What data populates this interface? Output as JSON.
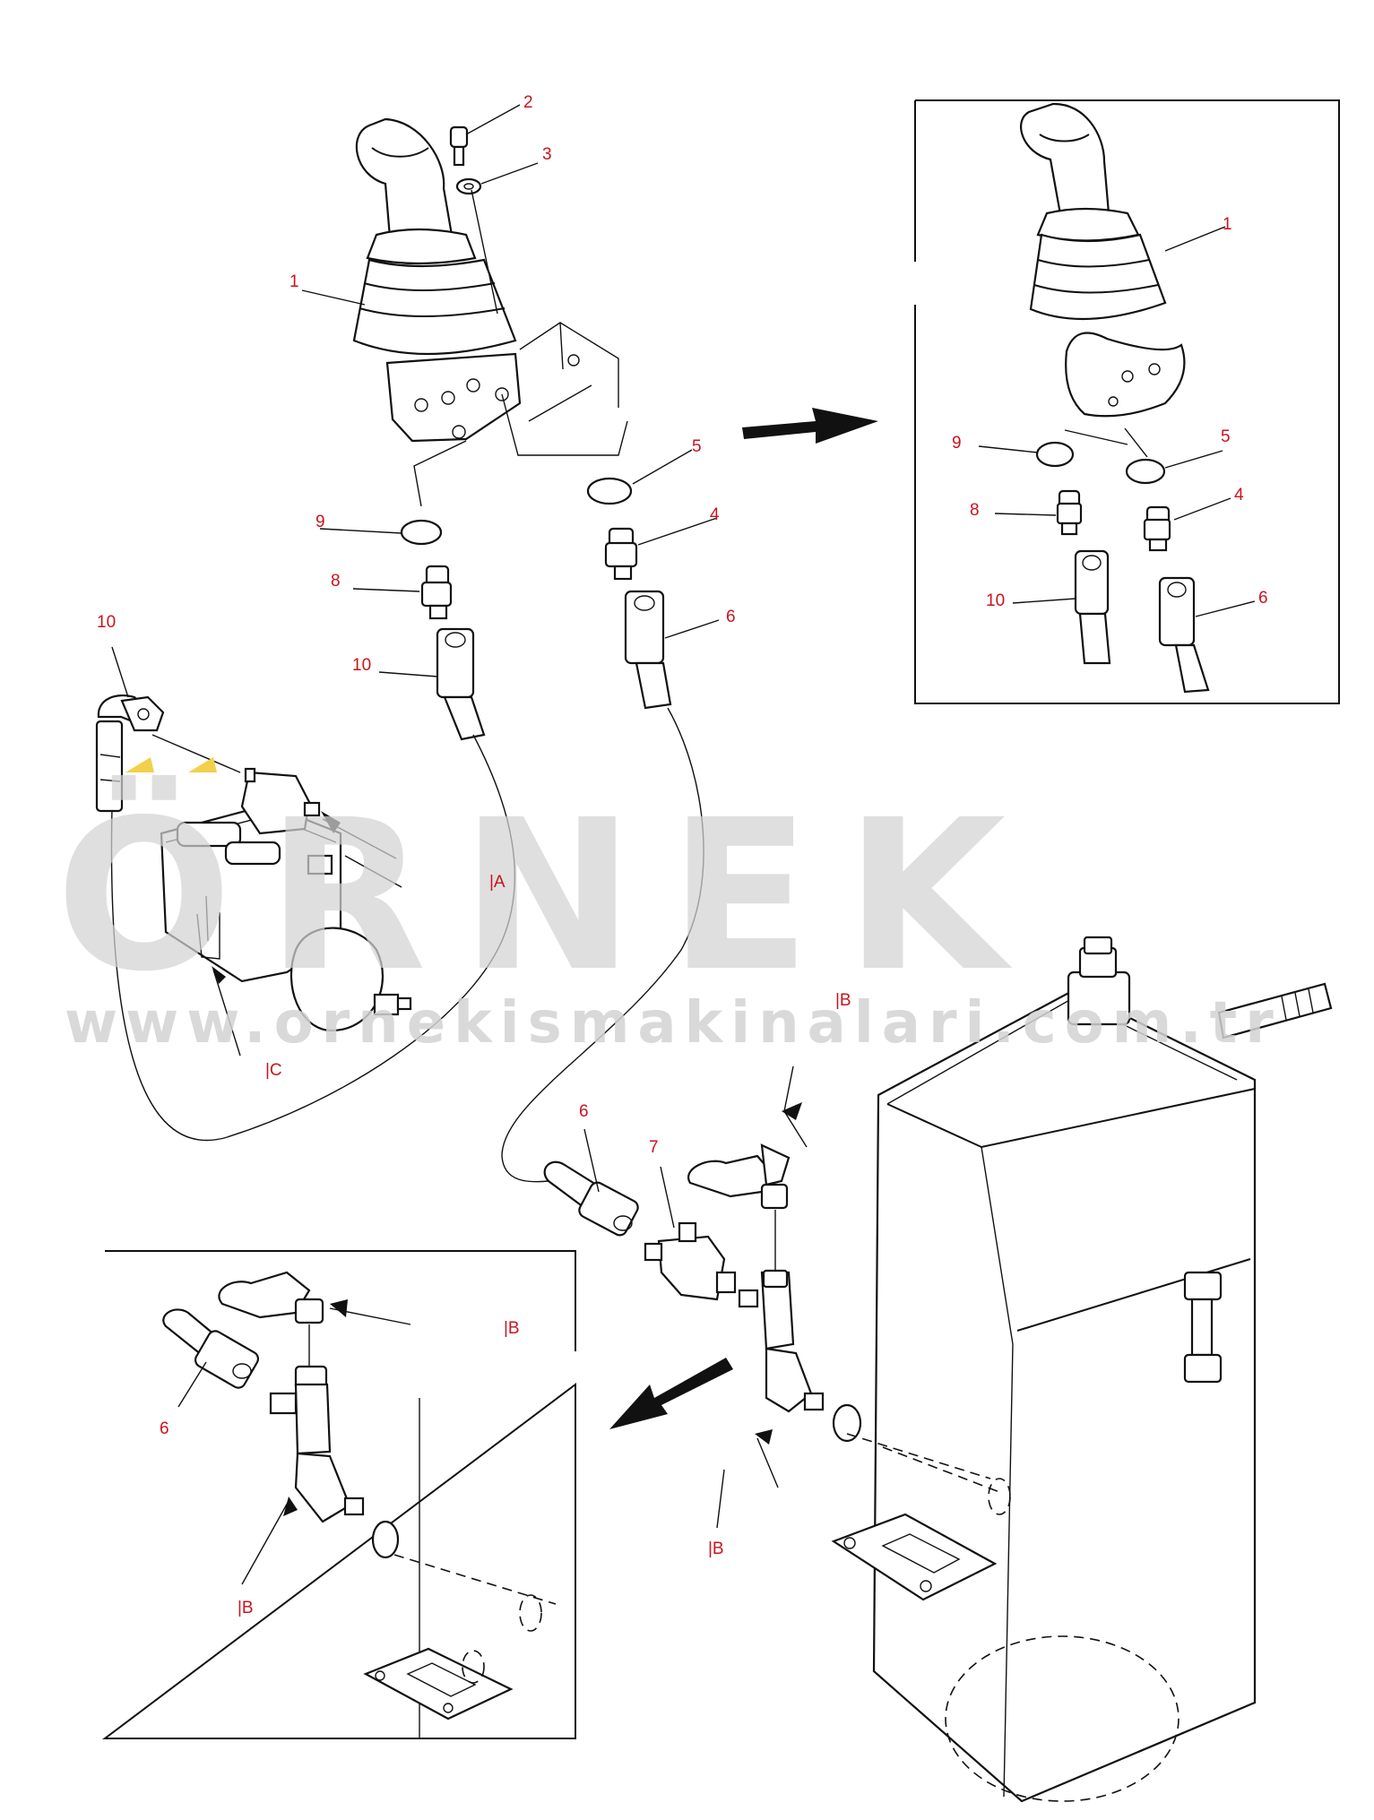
{
  "watermark": {
    "brand": "ÖRNEK",
    "url": "www.ornekismakinalari.com.tr",
    "accent": "#f2d04a",
    "gray": "#d2d2d2"
  },
  "colors": {
    "label": "#c8141e",
    "line": "#111111"
  },
  "main_callouts": [
    "1",
    "2",
    "3",
    "5",
    "4",
    "6",
    "9",
    "8",
    "10",
    "10"
  ],
  "detail_top_callouts": [
    "1",
    "9",
    "5",
    "8",
    "4",
    "10",
    "6"
  ],
  "lower_callouts": [
    "6",
    "7"
  ],
  "detail_bottom_callouts": [
    "6"
  ],
  "refs": {
    "a": "|A",
    "b": "|B",
    "c": "|C"
  }
}
